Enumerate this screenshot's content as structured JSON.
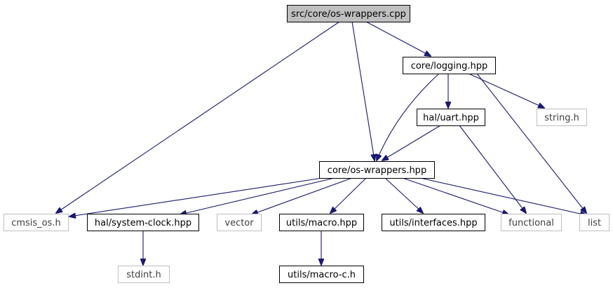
{
  "colors": {
    "edge": "#191970",
    "node_border_internal": "#000000",
    "node_border_external": "#bfbfbf",
    "root_fill": "#bfbfbf",
    "node_fill": "#ffffff",
    "text_internal": "#000000",
    "text_external": "#3f3f3f"
  },
  "nodes": [
    {
      "id": "root",
      "label": "src/core/os-wrappers.cpp",
      "kind": "root"
    },
    {
      "id": "logging",
      "label": "core/logging.hpp",
      "kind": "internal"
    },
    {
      "id": "string_h",
      "label": "string.h",
      "kind": "external"
    },
    {
      "id": "uart",
      "label": "hal/uart.hpp",
      "kind": "internal"
    },
    {
      "id": "oswrappers",
      "label": "core/os-wrappers.hpp",
      "kind": "internal"
    },
    {
      "id": "cmsis",
      "label": "cmsis_os.h",
      "kind": "external"
    },
    {
      "id": "sysclock",
      "label": "hal/system-clock.hpp",
      "kind": "internal"
    },
    {
      "id": "vector",
      "label": "vector",
      "kind": "external"
    },
    {
      "id": "macro",
      "label": "utils/macro.hpp",
      "kind": "internal"
    },
    {
      "id": "interfaces",
      "label": "utils/interfaces.hpp",
      "kind": "internal"
    },
    {
      "id": "functional",
      "label": "functional",
      "kind": "external"
    },
    {
      "id": "list",
      "label": "list",
      "kind": "external"
    },
    {
      "id": "stdint",
      "label": "stdint.h",
      "kind": "external"
    },
    {
      "id": "macro_c",
      "label": "utils/macro-c.h",
      "kind": "internal"
    }
  ],
  "edges": [
    {
      "from": "root",
      "to": "logging"
    },
    {
      "from": "root",
      "to": "oswrappers"
    },
    {
      "from": "root",
      "to": "cmsis"
    },
    {
      "from": "logging",
      "to": "uart"
    },
    {
      "from": "logging",
      "to": "string_h"
    },
    {
      "from": "logging",
      "to": "oswrappers"
    },
    {
      "from": "logging",
      "to": "list"
    },
    {
      "from": "uart",
      "to": "oswrappers"
    },
    {
      "from": "uart",
      "to": "functional"
    },
    {
      "from": "oswrappers",
      "to": "cmsis"
    },
    {
      "from": "oswrappers",
      "to": "sysclock"
    },
    {
      "from": "oswrappers",
      "to": "vector"
    },
    {
      "from": "oswrappers",
      "to": "macro"
    },
    {
      "from": "oswrappers",
      "to": "interfaces"
    },
    {
      "from": "oswrappers",
      "to": "functional"
    },
    {
      "from": "oswrappers",
      "to": "list"
    },
    {
      "from": "sysclock",
      "to": "stdint"
    },
    {
      "from": "macro",
      "to": "macro_c"
    }
  ]
}
